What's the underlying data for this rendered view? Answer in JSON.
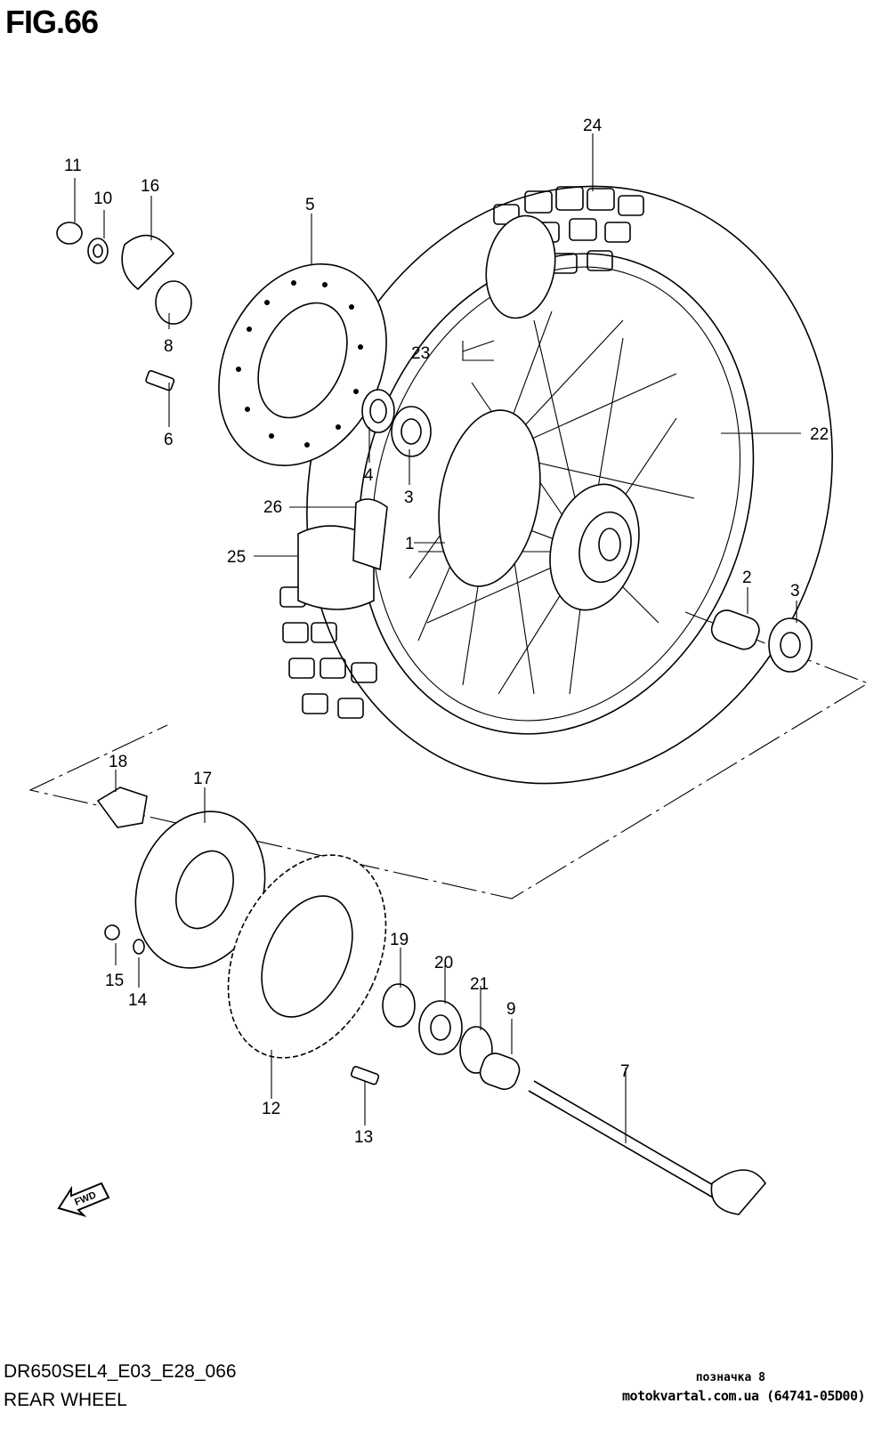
{
  "header": {
    "figure": "FIG.66"
  },
  "footer": {
    "code": "DR650SEL4_E03_E28_066",
    "name": "REAR WHEEL",
    "mark": "позначка 8",
    "site": "motokvartal.com.ua (64741-05D00)"
  },
  "fwd_label": "FWD",
  "callouts": [
    "1",
    "2",
    "3",
    "3",
    "4",
    "5",
    "6",
    "7",
    "8",
    "9",
    "10",
    "11",
    "12",
    "13",
    "14",
    "15",
    "16",
    "17",
    "18",
    "19",
    "20",
    "21",
    "22",
    "23",
    "24",
    "25",
    "26"
  ]
}
